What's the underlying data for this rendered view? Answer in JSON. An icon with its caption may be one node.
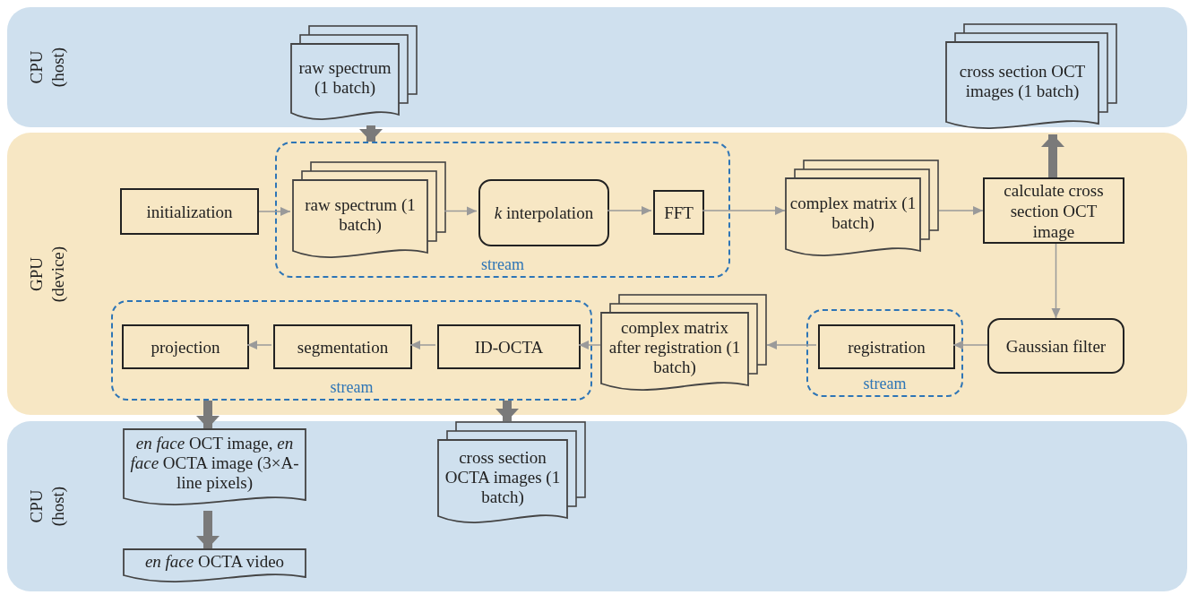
{
  "diagram": {
    "nodes": [
      {
        "text": [
          "CPU (host)"
        ]
      },
      {
        "text": [
          "raw spectrum (1 batch)"
        ],
        "in": 0
      },
      {
        "text": [
          "cross section OCT images (1 batch)"
        ],
        "in": 0
      },
      {
        "text": [
          "GPU (device)"
        ]
      },
      {
        "text": [
          "initialization"
        ],
        "in": 3
      },
      {
        "text": [
          "stream"
        ],
        "in": 3
      },
      {
        "text": [
          "raw spectrum (1 batch)"
        ],
        "in": 5
      },
      {
        "text": [
          "*k* interpolation"
        ],
        "in": 5
      },
      {
        "text": [
          "FFT"
        ],
        "in": 5
      },
      {
        "text": [
          "complex matrix (1 batch)"
        ],
        "in": 3
      },
      {
        "text": [
          "calculate cross section OCT image"
        ],
        "in": 3
      },
      {
        "text": [
          "stream"
        ],
        "in": 3
      },
      {
        "text": [
          "projection"
        ],
        "in": 11
      },
      {
        "text": [
          "segmentation"
        ],
        "in": 11
      },
      {
        "text": [
          "ID-OCTA"
        ],
        "in": 11
      },
      {
        "text": [
          "complex matrix after registration (1 batch)"
        ],
        "in": 3
      },
      {
        "text": [
          "stream"
        ],
        "in": 3
      },
      {
        "text": [
          "registration"
        ],
        "in": 16
      },
      {
        "text": [
          "Gaussian filter"
        ],
        "in": 3
      },
      {
        "text": [
          "CPU (host)"
        ]
      },
      {
        "text": [
          "*en face* OCT image, *en face* OCTA image (3×A-line pixels)"
        ],
        "in": 19
      },
      {
        "text": [
          "cross section OCTA images (1 batch)"
        ],
        "in": 19
      },
      {
        "text": [
          "*en face* OCTA video"
        ],
        "in": 19
      }
    ],
    "edges": [
      {
        "from": 1,
        "to": 5,
        "arrow": "to",
        "style": "thick",
        "color": "#7a7a7a"
      },
      {
        "from": 4,
        "to": 6,
        "arrow": "to"
      },
      {
        "from": 6,
        "to": 7,
        "arrow": "to"
      },
      {
        "from": 7,
        "to": 8,
        "arrow": "to"
      },
      {
        "from": 8,
        "to": 9,
        "arrow": "to"
      },
      {
        "from": 9,
        "to": 10,
        "arrow": "to"
      },
      {
        "from": 10,
        "to": 2,
        "arrow": "to",
        "style": "thick",
        "color": "#7a7a7a"
      },
      {
        "from": 10,
        "to": 18,
        "arrow": "to"
      },
      {
        "from": 18,
        "to": 17,
        "arrow": "to"
      },
      {
        "from": 17,
        "to": 15,
        "arrow": "to"
      },
      {
        "from": 15,
        "to": 14,
        "arrow": "to"
      },
      {
        "from": 14,
        "to": 13,
        "arrow": "to"
      },
      {
        "from": 13,
        "to": 12,
        "arrow": "to"
      },
      {
        "from": 11,
        "to": 20,
        "arrow": "to",
        "style": "thick",
        "color": "#7a7a7a"
      },
      {
        "from": 11,
        "to": 21,
        "arrow": "to",
        "style": "thick",
        "color": "#7a7a7a"
      },
      {
        "from": 20,
        "to": 22,
        "arrow": "to",
        "style": "thick",
        "color": "#7a7a7a"
      }
    ]
  }
}
